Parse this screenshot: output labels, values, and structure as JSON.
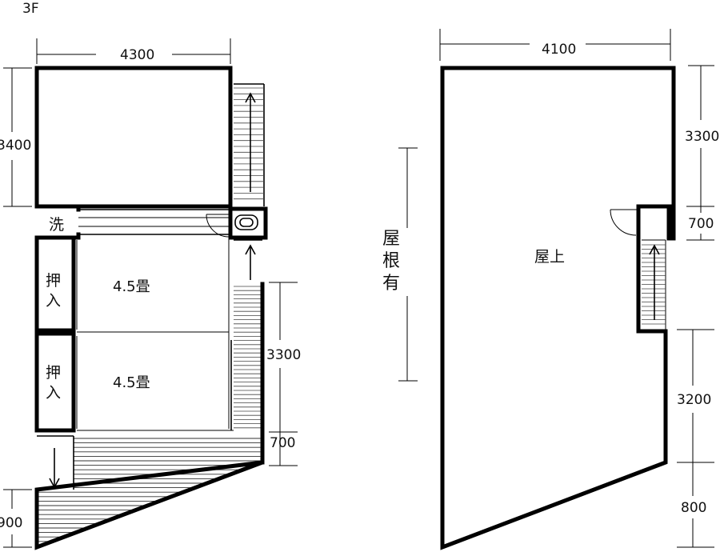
{
  "floor_label": "3F",
  "left_plan": {
    "dims": {
      "top_width": "4300",
      "upper_height": "3400",
      "right_height": "3300",
      "right_small": "700",
      "bottom_left": "900"
    },
    "rooms": {
      "wash": "洗",
      "closet_1": [
        "押",
        "入"
      ],
      "room_1": "4.5畳",
      "closet_2": [
        "押",
        "入"
      ],
      "room_2": "4.5畳"
    }
  },
  "right_plan": {
    "dims": {
      "top_width": "4100",
      "upper_right": "3300",
      "mid_right": "700",
      "lower_right": "3200",
      "bottom_right": "800"
    },
    "roof_label": [
      "屋",
      "根",
      "有"
    ],
    "rooftop_label": "屋上"
  }
}
